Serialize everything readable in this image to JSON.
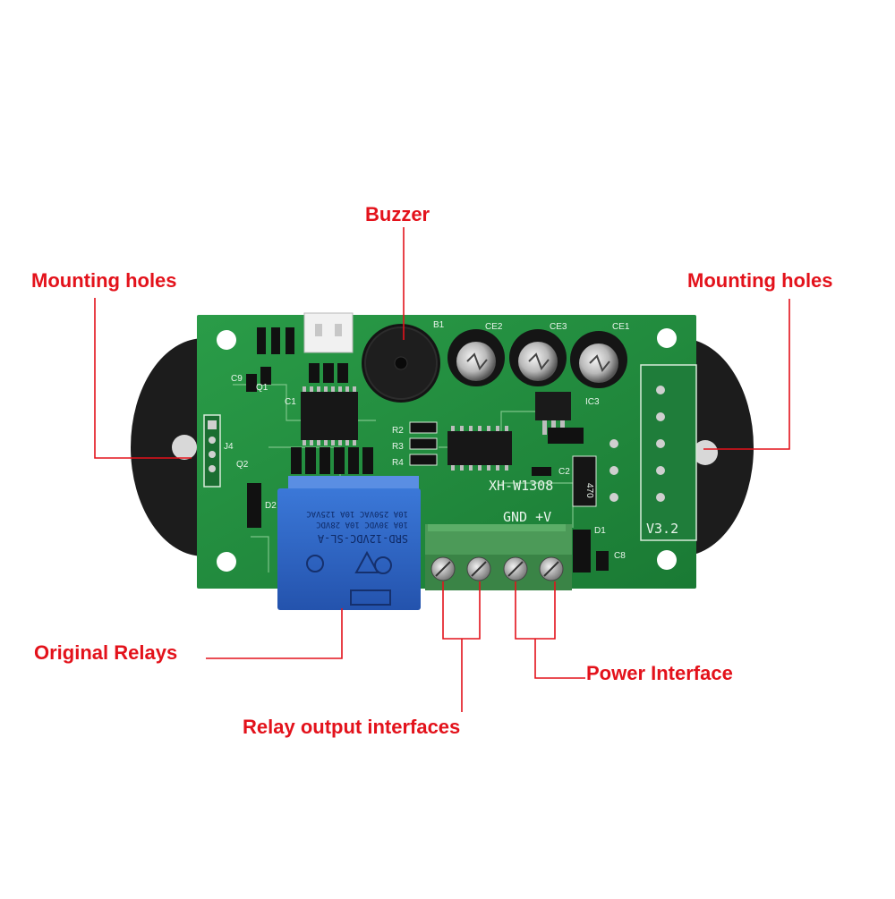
{
  "labels": {
    "buzzer": "Buzzer",
    "mounting_holes_left": "Mounting holes",
    "mounting_holes_right": "Mounting holes",
    "original_relays": "Original Relays",
    "relay_output_interfaces": "Relay output interfaces",
    "power_interface": "Power Interface"
  },
  "board": {
    "model": "XH-W1308",
    "version": "V3.2",
    "terminal_label": "GND +V",
    "relay_model": "SRD-12VDC-SL-A",
    "relay_rating_1": "10A 250VAC 10A 125VAC",
    "relay_rating_2": "10A 30VDC 10A 28VDC",
    "resistor_value": "470",
    "silk": {
      "b1": "B1",
      "ce1": "CE1",
      "ce2": "CE2",
      "ce3": "CE3",
      "ic3": "IC3",
      "c1": "C1",
      "c2": "C2",
      "c8": "C8",
      "c9": "C9",
      "r2": "R2",
      "r3": "R3",
      "r4": "R4",
      "j4": "J4",
      "q1": "Q1",
      "q2": "Q2",
      "d1": "D1",
      "d2": "D2"
    }
  },
  "colors": {
    "label_red": "#e3121b",
    "pcb_green": "#1e8a3c",
    "relay_blue": "#2c62c4",
    "terminal_green": "#3e8a4a"
  }
}
